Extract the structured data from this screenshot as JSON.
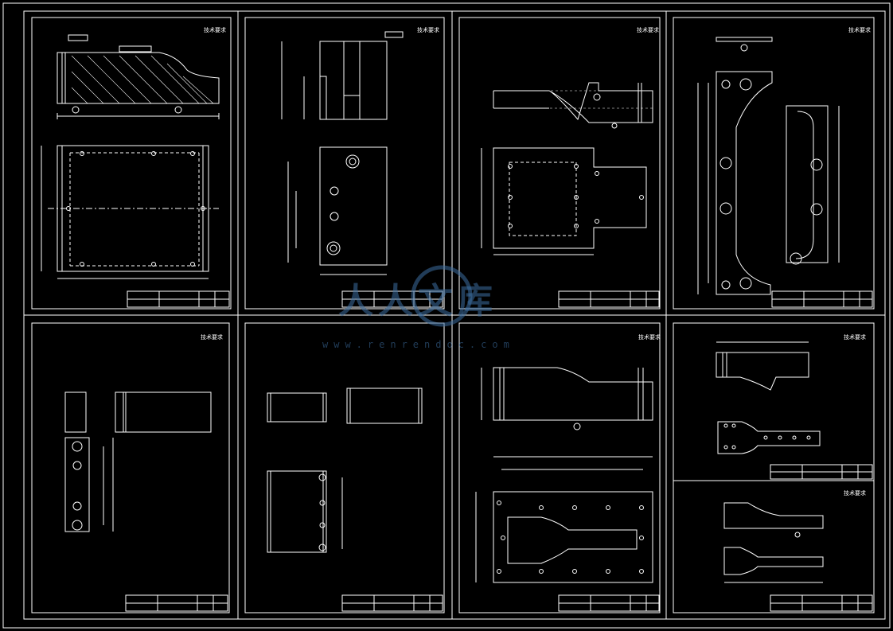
{
  "watermark": {
    "brand_cn": "人人文库",
    "url": "www.renrendoc.com"
  },
  "colors": {
    "background": "#000000",
    "line": "#ffffff",
    "watermark": "#3c6ea0"
  },
  "sheets": [
    {
      "id": "sheet-1",
      "corner_label": "技术要求"
    },
    {
      "id": "sheet-2",
      "corner_label": "技术要求"
    },
    {
      "id": "sheet-3",
      "corner_label": "技术要求"
    },
    {
      "id": "sheet-4",
      "corner_label": "技术要求"
    },
    {
      "id": "sheet-5",
      "corner_label": "技术要求"
    },
    {
      "id": "sheet-6",
      "corner_label": ""
    },
    {
      "id": "sheet-7",
      "corner_label": ""
    },
    {
      "id": "sheet-8",
      "corner_label": "技术要求"
    },
    {
      "id": "sheet-9",
      "corner_label": "技术要求"
    }
  ]
}
